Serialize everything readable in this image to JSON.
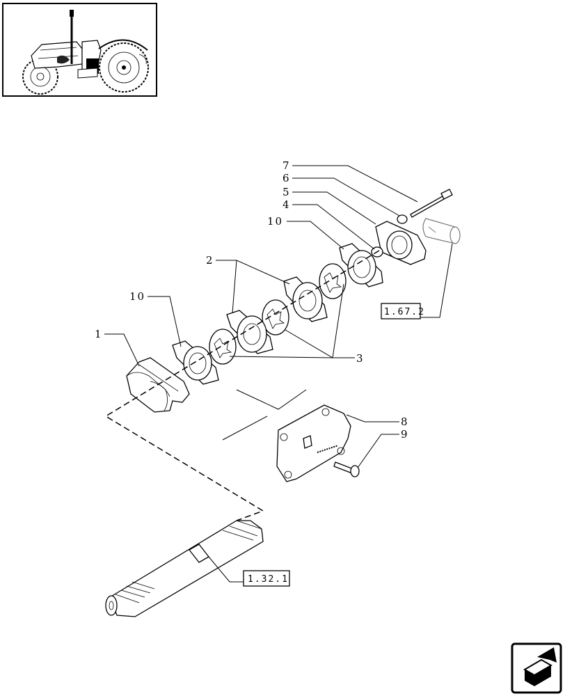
{
  "diagram": {
    "callouts": {
      "item_7": "7",
      "item_6": "6",
      "item_5": "5",
      "item_4": "4",
      "item_10_upper": "10",
      "item_2": "2",
      "item_10_lower": "10",
      "item_1": "1",
      "item_3": "3",
      "item_8": "8",
      "item_9": "9"
    },
    "references": {
      "ref_top": "1.67.2",
      "ref_shaft": "1.32.1"
    }
  },
  "icons": {
    "thumbnail": "tractor-thumbnail-icon",
    "nav": "next-page-arrow-icon"
  }
}
